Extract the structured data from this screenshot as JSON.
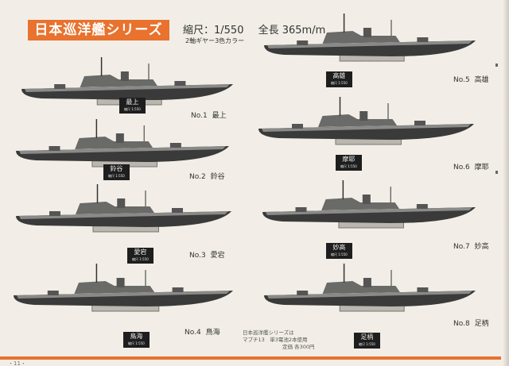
{
  "header": {
    "series_title": "日本巡洋艦シリーズ",
    "scale": "縮尺：1/550",
    "length": "全長 365m/m",
    "feature": "2軸ギヤー3色カラー"
  },
  "ships": [
    {
      "no": "No.1",
      "name": "最上",
      "plate": "最上",
      "plate_sub": "縮尺 1:550"
    },
    {
      "no": "No.2",
      "name": "鈴谷",
      "plate": "鈴谷",
      "plate_sub": "縮尺 1:550"
    },
    {
      "no": "No.3",
      "name": "愛宕",
      "plate": "愛宕",
      "plate_sub": "縮尺 1:550"
    },
    {
      "no": "No.4",
      "name": "鳥海",
      "plate": "鳥海",
      "plate_sub": "縮尺 1:550"
    },
    {
      "no": "No.5",
      "name": "高雄",
      "plate": "高雄",
      "plate_sub": "縮尺 1:550"
    },
    {
      "no": "No.6",
      "name": "摩耶",
      "plate": "摩耶",
      "plate_sub": "縮尺 1:550"
    },
    {
      "no": "No.7",
      "name": "妙高",
      "plate": "妙高",
      "plate_sub": "縮尺 1:550"
    },
    {
      "no": "No.8",
      "name": "足柄",
      "plate": "足柄",
      "plate_sub": "縮尺 1:550"
    }
  ],
  "note": [
    "日本巡洋艦シリーズは",
    "マブチ13　単3電池2本使用",
    "定価 各300円"
  ],
  "page_number": "・11・",
  "colors": {
    "accent": "#e8722e",
    "hull": "#3a3a3a",
    "deck": "#8a8a88"
  }
}
